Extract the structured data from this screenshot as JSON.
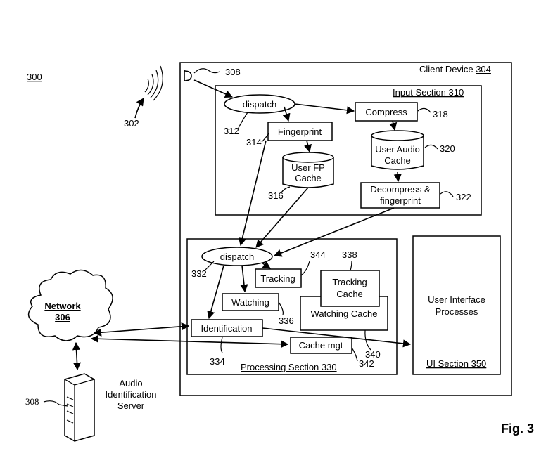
{
  "figure_number": "300",
  "wave_ref": "302",
  "fig_label": "Fig. 3",
  "client_device": {
    "label": "Client Device ",
    "ref": "304"
  },
  "mic_ref": "308",
  "input_section": {
    "title": "Input Section 310",
    "dispatch": "dispatch",
    "dispatch_ref": "312",
    "fingerprint": "Fingerprint",
    "fingerprint_ref": "314",
    "user_fp_cache_1": "User FP",
    "user_fp_cache_2": "Cache",
    "user_fp_cache_ref": "316",
    "compress": "Compress",
    "compress_ref": "318",
    "user_audio_cache_1": "User Audio",
    "user_audio_cache_2": "Cache",
    "user_audio_cache_ref": "320",
    "decompress_1": "Decompress &",
    "decompress_2": "fingerprint",
    "decompress_ref": "322"
  },
  "processing_section": {
    "title": "Processing Section 330",
    "dispatch": "dispatch",
    "dispatch_ref": "332",
    "tracking": "Tracking",
    "tracking_ref": "344",
    "tracking_cache_1": "Tracking",
    "tracking_cache_2": "Cache",
    "tracking_cache_ref": "338",
    "watching": "Watching",
    "watching_ref": "336",
    "watching_cache": "Watching Cache",
    "watching_cache_ref": "340",
    "identification": "Identification",
    "identification_ref": "334",
    "cache_mgt": "Cache mgt",
    "cache_mgt_ref": "342"
  },
  "ui_section": {
    "title": "UI Section 350",
    "processes_1": "User Interface",
    "processes_2": "Processes"
  },
  "network": {
    "label_1": "Network",
    "label_2": "306"
  },
  "server": {
    "label_1": "Audio",
    "label_2": "Identification",
    "label_3": "Server",
    "ref": "308"
  }
}
